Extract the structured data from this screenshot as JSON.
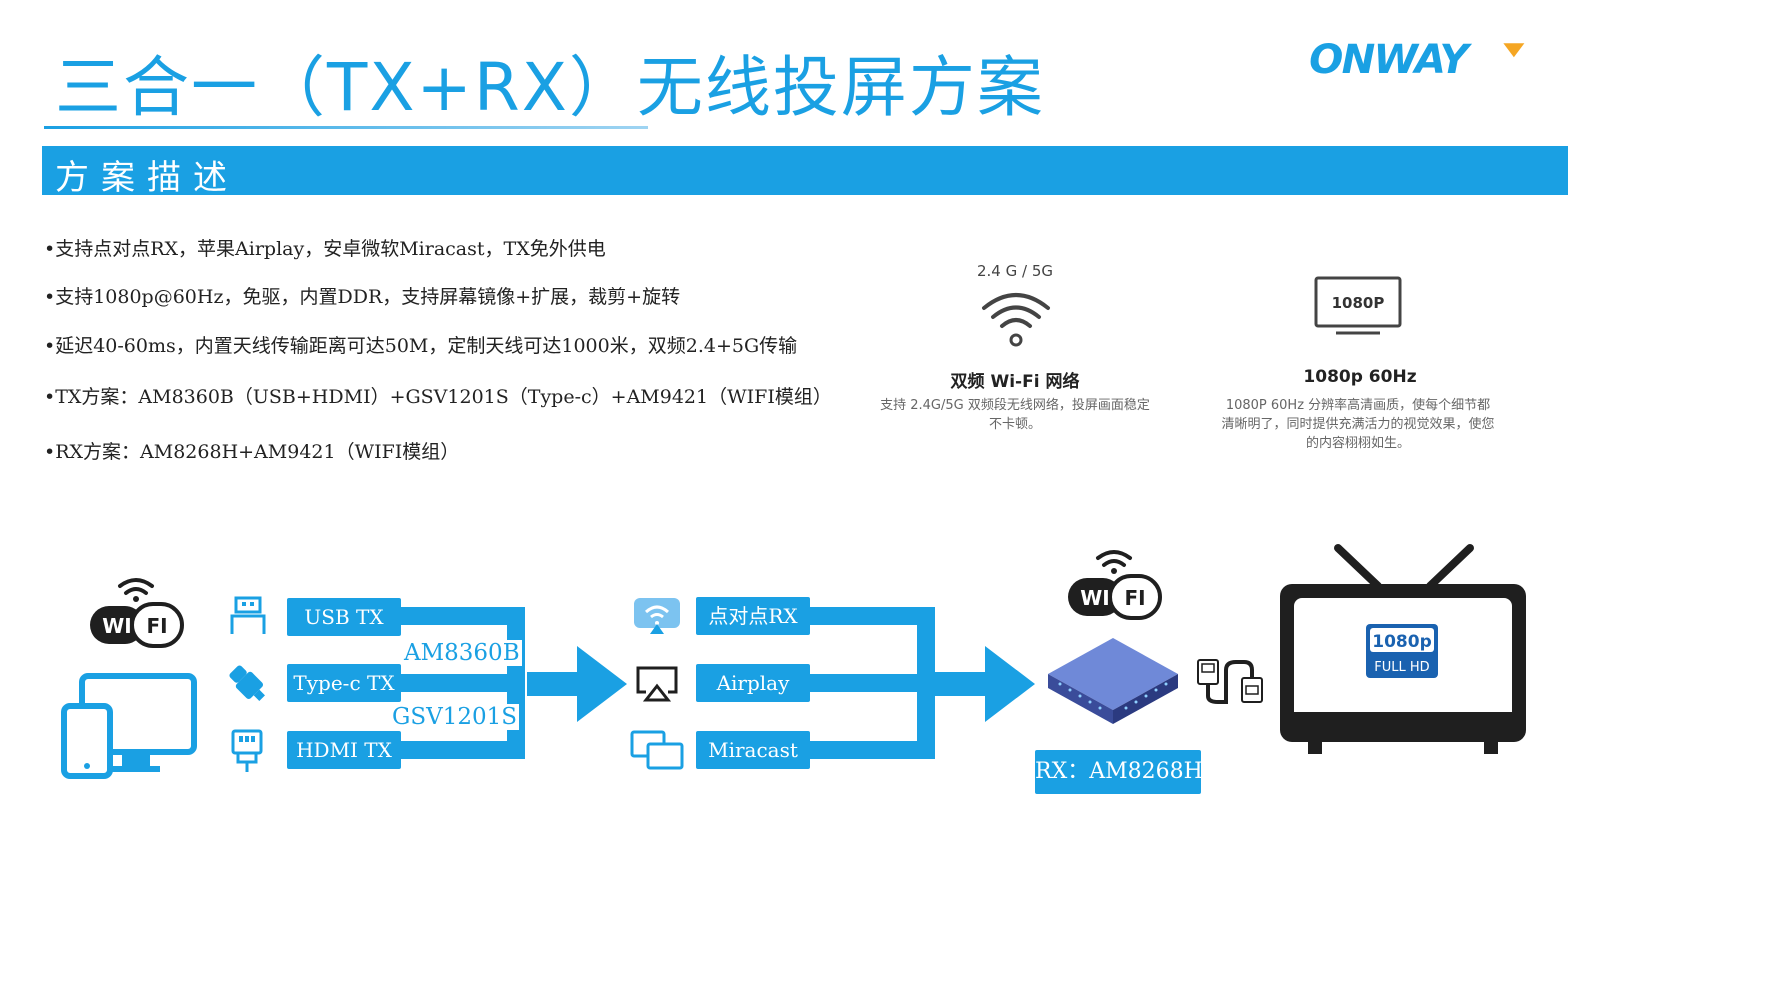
{
  "header": {
    "title": "三合一（TX+RX）无线投屏方案",
    "logo_text": "ONWAY",
    "section_title": "方案描述"
  },
  "bullets": [
    "•支持点对点RX，苹果Airplay，安卓微软Miracast，TX免外供电",
    "•支持1080p@60Hz，免驱，内置DDR，支持屏幕镜像+扩展，裁剪+旋转",
    "•延迟40-60ms，内置天线传输距离可达50M，定制天线可达1000米，双频2.4+5G传输",
    "•TX方案：AM8360B（USB+HDMI）+GSV1201S（Type-c）+AM9421（WIFI模组）",
    "•RX方案：AM8268H+AM9421（WIFI模组）"
  ],
  "features": [
    {
      "sub": "2.4 G / 5G",
      "title": "双频 Wi-Fi 网络",
      "desc": "支持 2.4G/5G 双频段无线网络，投屏画面稳定不卡顿。",
      "icon": "wifi-icon"
    },
    {
      "sub": "1080P",
      "title": "1080p 60Hz",
      "desc": "1080P 60Hz 分辨率高清画质，使每个细节都清晰明了，同时提供充满活力的视觉效果，使您的内容栩栩如生。",
      "icon": "monitor-1080p-icon"
    }
  ],
  "diagram": {
    "tx_boxes": [
      "USB TX",
      "Type-c TX",
      "HDMI TX"
    ],
    "tx_chips": [
      "AM8360B",
      "GSV1201S"
    ],
    "rx_modes": [
      "点对点RX",
      "Airplay",
      "Miracast"
    ],
    "rx_label": "RX：AM8268H",
    "wifi_badge": "WI FI",
    "tv_badge_line1": "1080p",
    "tv_badge_line2": "FULL HD",
    "hdmi_label": "HDMI"
  },
  "colors": {
    "accent": "#1aa0e3",
    "logo_orange": "#f5a623",
    "device_blue": "#6f89d8",
    "dark": "#1f1f1f"
  }
}
